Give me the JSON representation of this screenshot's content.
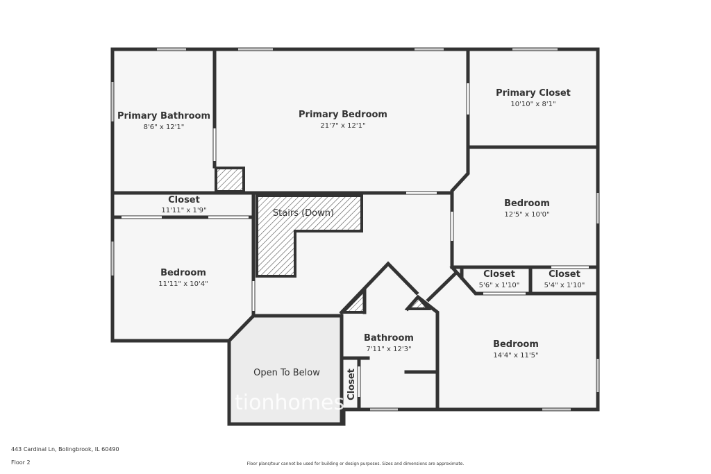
{
  "address": "443 Cardinal Ln, Bolingbrook, IL 60490",
  "floor": "Floor 2",
  "disclaimer": "Floor plans/tour cannot be used for building or design purposes. Sizes and dimensions are approximate.",
  "watermark": "tionhomes",
  "colors": {
    "wall": "#333333",
    "floor": "#f6f6f6",
    "open_below": "#ececec",
    "window": "#bfbfbf"
  },
  "rooms": {
    "primary_bathroom": {
      "name": "Primary Bathroom",
      "dim": "8'6\" x 12'1\""
    },
    "primary_bedroom": {
      "name": "Primary Bedroom",
      "dim": "21'7\" x 12'1\""
    },
    "primary_closet": {
      "name": "Primary Closet",
      "dim": "10'10\" x 8'1\""
    },
    "closet_top": {
      "name": "Closet",
      "dim": "11'11\" x 1'9\""
    },
    "stairs": {
      "name": "Stairs (Down)"
    },
    "bedroom_right": {
      "name": "Bedroom",
      "dim": "12'5\" x 10'0\""
    },
    "bedroom_left": {
      "name": "Bedroom",
      "dim": "11'11\" x 10'4\""
    },
    "closet_mid1": {
      "name": "Closet",
      "dim": "5'6\" x 1'10\""
    },
    "closet_mid2": {
      "name": "Closet",
      "dim": "5'4\" x 1'10\""
    },
    "bathroom": {
      "name": "Bathroom",
      "dim": "7'11\" x 12'3\""
    },
    "bedroom_bottom": {
      "name": "Bedroom",
      "dim": "14'4\" x 11'5\""
    },
    "open_below": {
      "name": "Open To Below"
    },
    "closet_small": {
      "name": "Closet"
    }
  }
}
